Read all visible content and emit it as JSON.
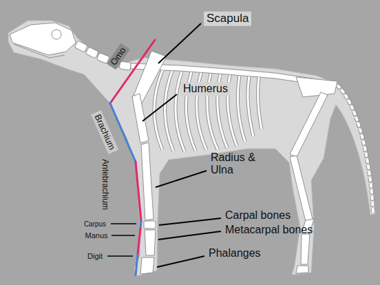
{
  "diagram": {
    "labels": [
      "Scapula",
      "Humerus",
      "Radius & Ulna",
      "Carpal bones",
      "Metacarpal bones",
      "Phalanges",
      "Omo",
      "Brachium",
      "Antebrachium",
      "Carpus",
      "Manus",
      "Digit"
    ]
  }
}
